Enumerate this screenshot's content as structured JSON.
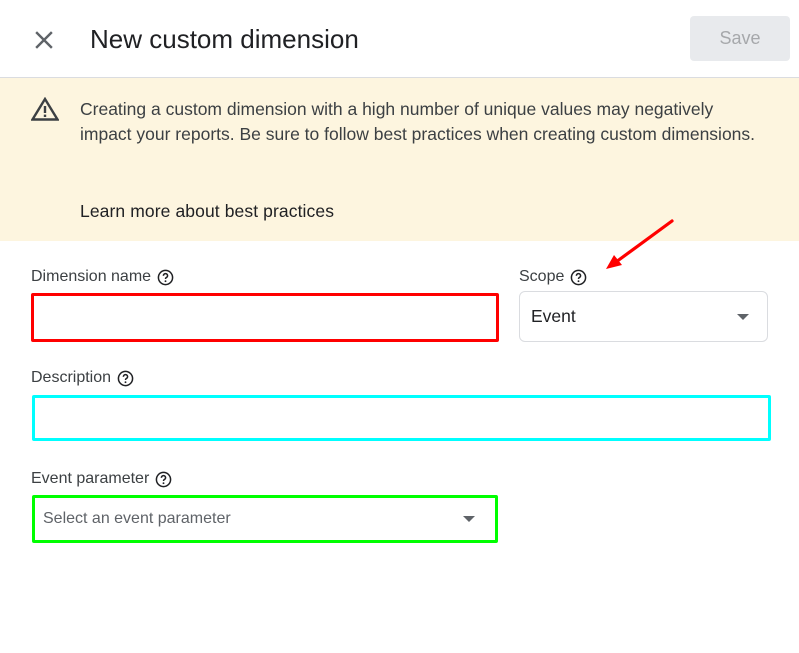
{
  "header": {
    "title": "New custom dimension",
    "close_icon": "close-icon",
    "save_label": "Save",
    "save_disabled": true
  },
  "banner": {
    "icon": "warning-triangle-icon",
    "text": "Creating a custom dimension with a high number of unique values may negatively impact your reports. Be sure to follow best practices when creating custom dimensions.",
    "link_label": "Learn more about best practices",
    "background": "#fdf5df"
  },
  "form": {
    "dimension_name": {
      "label": "Dimension name",
      "value": "",
      "help_icon": "help-circle-icon",
      "highlight_color": "#ff0000"
    },
    "scope": {
      "label": "Scope",
      "selected": "Event",
      "help_icon": "help-circle-icon"
    },
    "description": {
      "label": "Description",
      "value": "",
      "help_icon": "help-circle-icon",
      "highlight_color": "#00ffff"
    },
    "event_parameter": {
      "label": "Event parameter",
      "placeholder": "Select an event parameter",
      "help_icon": "help-circle-icon",
      "highlight_color": "#00ff00"
    }
  },
  "annotations": {
    "arrow_color": "#ff0000",
    "arrow_target": "scope-help-icon"
  }
}
